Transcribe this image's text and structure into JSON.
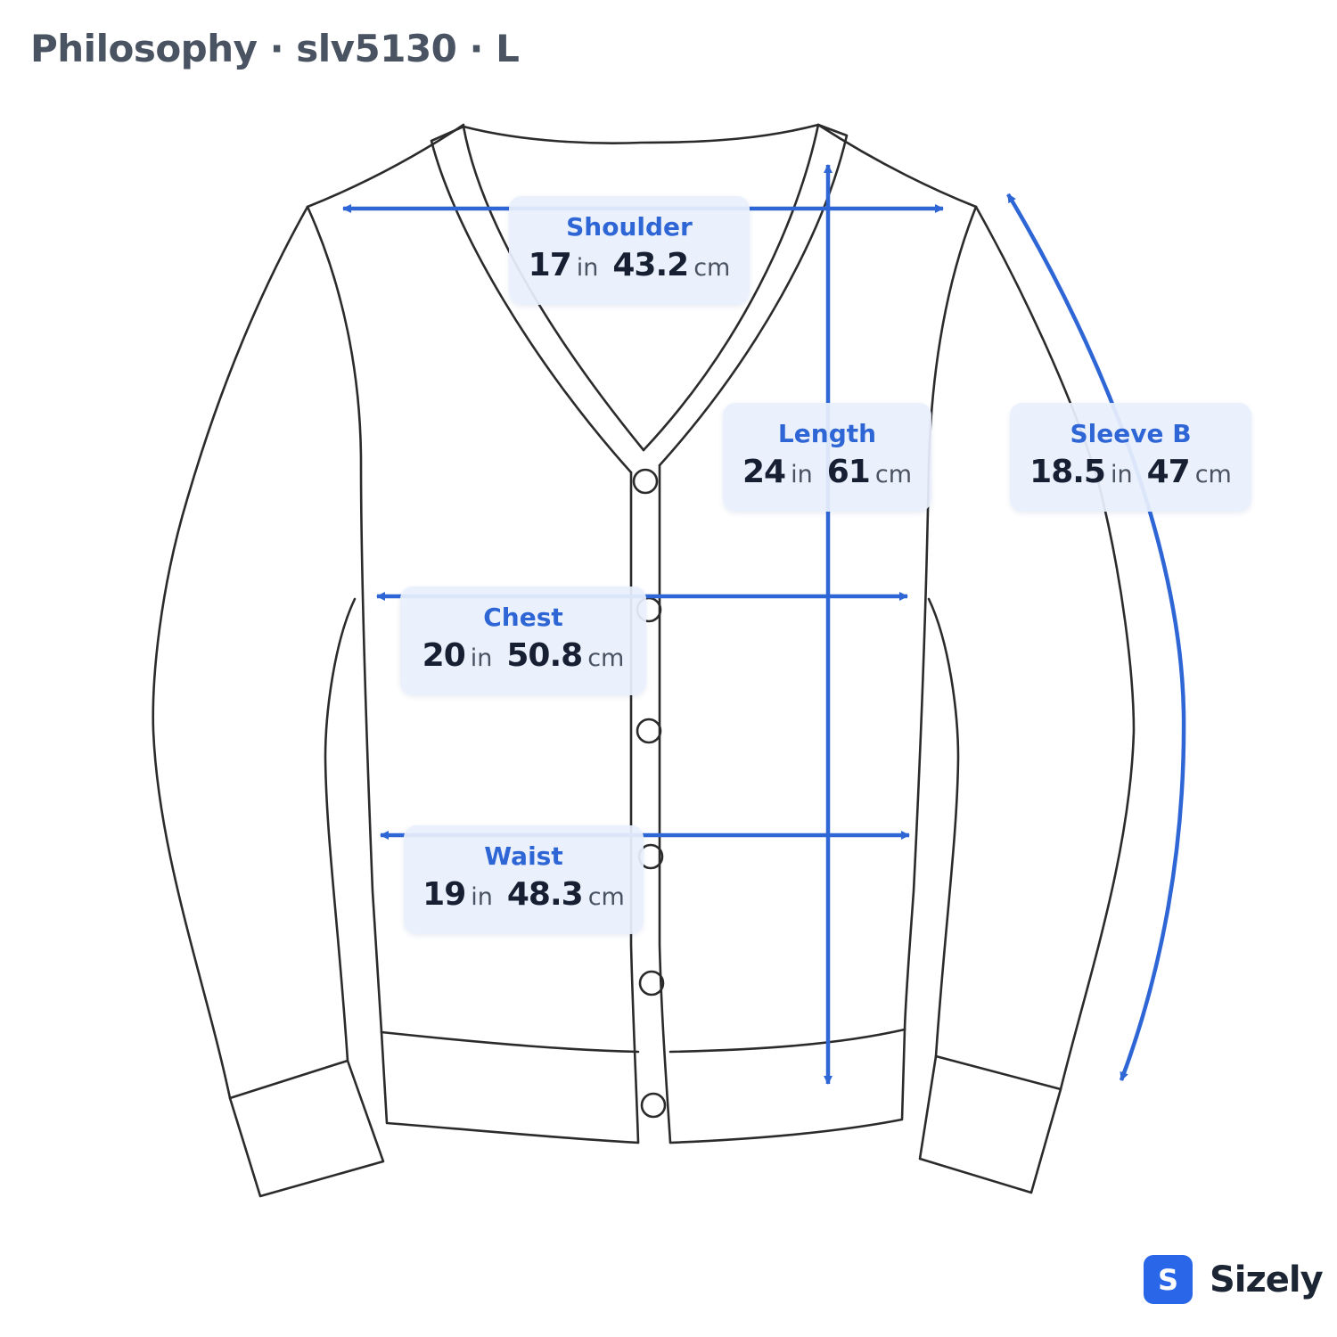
{
  "title": "Philosophy · slv5130 · L",
  "accent_color": "#2f66d6",
  "measurements": {
    "shoulder": {
      "label": "Shoulder",
      "in": "17",
      "cm": "43.2",
      "in_unit": "in",
      "cm_unit": "cm"
    },
    "length": {
      "label": "Length",
      "in": "24",
      "cm": "61",
      "in_unit": "in",
      "cm_unit": "cm"
    },
    "sleeve": {
      "label": "Sleeve B",
      "in": "18.5",
      "cm": "47",
      "in_unit": "in",
      "cm_unit": "cm"
    },
    "chest": {
      "label": "Chest",
      "in": "20",
      "cm": "50.8",
      "in_unit": "in",
      "cm_unit": "cm"
    },
    "waist": {
      "label": "Waist",
      "in": "19",
      "cm": "48.3",
      "in_unit": "in",
      "cm_unit": "cm"
    }
  },
  "brand": {
    "logo_letter": "S",
    "name": "Sizely",
    "logo_color": "#2a67e8"
  }
}
